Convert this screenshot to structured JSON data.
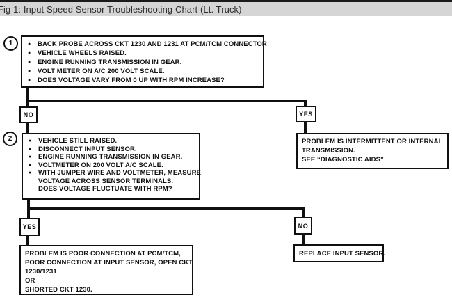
{
  "window": {
    "title": "Fig 1: Input Speed Sensor Troubleshooting Chart (Lt. Truck)"
  },
  "colors": {
    "header_bg": "#d5d5d5",
    "header_top_border": "#1a1a1a",
    "ink": "#101010",
    "canvas": "#ffffff"
  },
  "flowchart": {
    "step1": {
      "number": "1",
      "bullets": [
        "BACK PROBE ACROSS CKT 1230 AND 1231 AT PCM/TCM CONNECTOR",
        "VEHICLE WHEELS RAISED.",
        "ENGINE RUNNING TRANSMISSION IN GEAR.",
        "VOLT METER ON A/C 200 VOLT SCALE.",
        "DOES VOLTAGE VARY FROM 0 UP WITH RPM INCREASE?"
      ]
    },
    "branch1": {
      "no_label": "NO",
      "yes_label": "YES"
    },
    "step2": {
      "number": "2",
      "bullets": [
        "VEHICLE STILL RAISED.",
        "DISCONNECT INPUT SENSOR.",
        "ENGINE RUNNING TRANSMISSION IN GEAR.",
        "VOLTMETER ON 200 VOLT A/C SCALE.",
        "WITH JUMPER WIRE AND VOLTMETER, MEASURE"
      ],
      "continuation": [
        "VOLTAGE ACROSS SENSOR TERMINALS.",
        "DOES VOLTAGE FLUCTUATE WITH RPM?"
      ]
    },
    "result_intermittent": {
      "lines": [
        "PROBLEM IS INTERMITTENT OR INTERNAL",
        "TRANSMISSION.",
        "SEE “DIAGNOSTIC AIDS”"
      ]
    },
    "branch2": {
      "yes_label": "YES",
      "no_label": "NO"
    },
    "result_poor_connection": {
      "lines": [
        "PROBLEM IS POOR CONNECTION AT PCM/TCM,",
        "POOR CONNECTION AT INPUT SENSOR, OPEN CKT",
        "1230/1231",
        "OR",
        "SHORTED CKT 1230."
      ]
    },
    "result_replace": {
      "text": "REPLACE INPUT SENSOR."
    }
  }
}
